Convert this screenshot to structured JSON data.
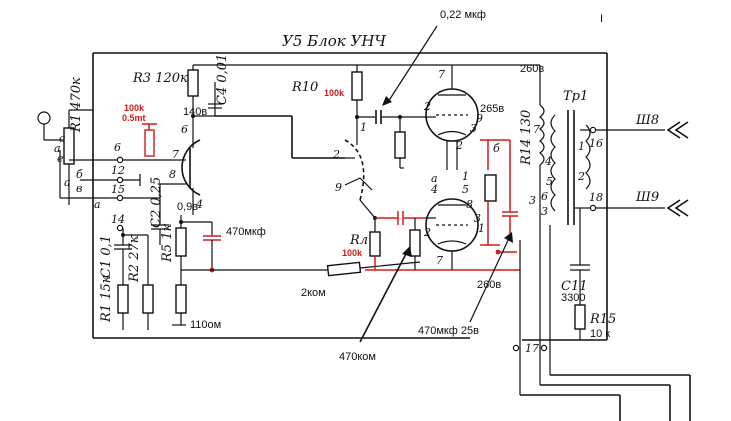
{
  "title": "У5 Блок УНЧ",
  "annotations": {
    "cap_top": "0,22 мкф",
    "cap_470": "470мкф",
    "res_2k": "2ком",
    "res_110": "110ом",
    "res_470k": "470ком",
    "cap_470_25": "470мкф  25в",
    "corner_mark": "I"
  },
  "red_labels": {
    "r_100k_left_a": "100k",
    "r_100k_left_b": "0.5mt",
    "r10_100k": "100k",
    "rl_100k": "100k"
  },
  "components": {
    "R1": "R1 470к",
    "R3": "R3 120к",
    "C4": "C4 0,01",
    "R10": "R10",
    "C2": "C2 0,25",
    "C1": "C1 0,1",
    "R2": "R2 27к",
    "R5": "R5 1к",
    "R15_left": "R1 15к",
    "RL": "Rл",
    "R14": "R14 130",
    "TR1": "Tp1",
    "C11": "C11",
    "C11_val": "3300",
    "R15_right": "R15",
    "R15_val": "10 к",
    "tube_right": "265",
    "jack_top": "Ш8",
    "jack_bottom": "Ш9"
  },
  "voltages": {
    "v140": "140в",
    "v09": "0,9в",
    "v260_top": "260в",
    "v260_bottom": "260в",
    "v265": "265в"
  },
  "terminals": [
    "6",
    "12",
    "15",
    "14",
    "16",
    "18",
    "17"
  ],
  "pins": {
    "left_tube": [
      "6",
      "7",
      "8",
      "4"
    ],
    "mid_tube": [
      "1",
      "2",
      "9"
    ],
    "right_tube_top": [
      "7",
      "2",
      "4",
      "3",
      "1",
      "9",
      "5"
    ],
    "right_tube_bottom": [
      "8",
      "3",
      "2",
      "1",
      "7"
    ],
    "potentiometer": [
      "a",
      "e",
      "б",
      "в",
      "c"
    ],
    "transformer": [
      "1",
      "2",
      "3",
      "4",
      "5",
      "6",
      "7"
    ],
    "misc": [
      "3",
      "1",
      "2",
      "3",
      "a",
      "б",
      "a",
      "4",
      "2",
      "a"
    ]
  }
}
